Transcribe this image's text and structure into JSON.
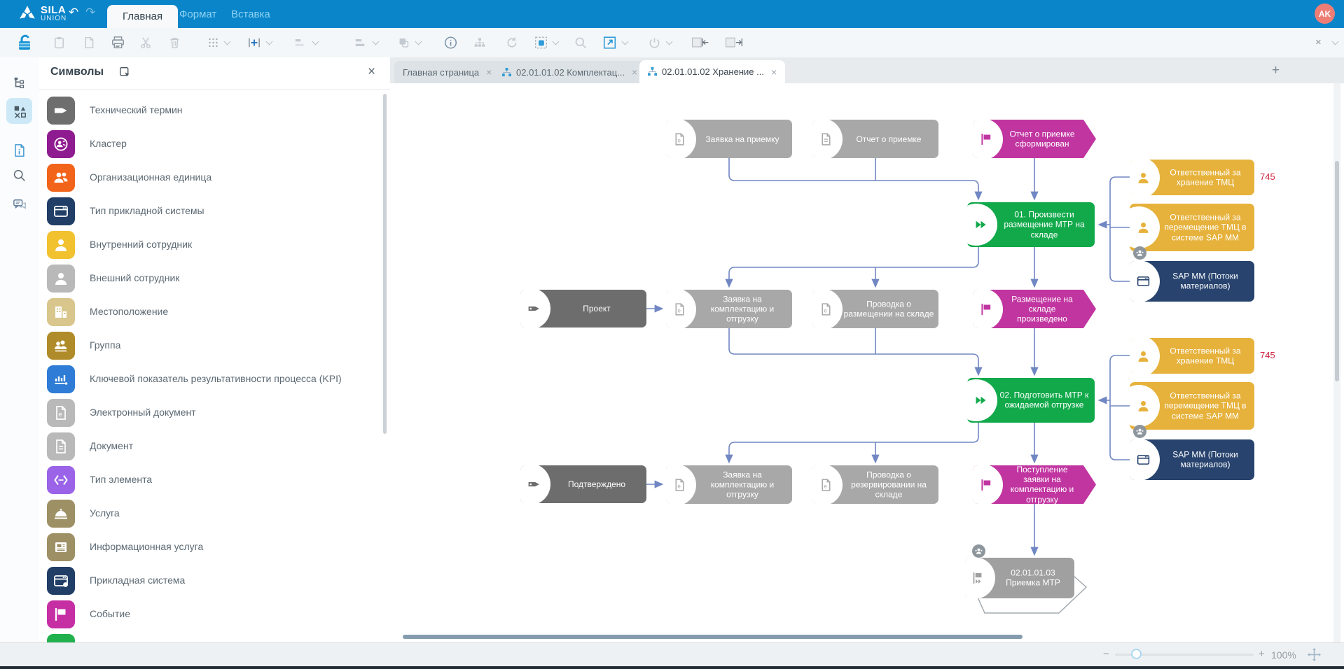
{
  "topbar": {
    "brand_top": "SILA",
    "brand_bottom": "UNION",
    "undo_glyph": "↶",
    "redo_glyph": "↷",
    "menu_tabs": [
      {
        "label": "Главная"
      },
      {
        "label": "Формат"
      },
      {
        "label": "Вставка"
      }
    ],
    "user_initials": "AK"
  },
  "toolbar": {
    "close_glyph": "×"
  },
  "side_panel": {
    "title": "Символы",
    "close_glyph": "×",
    "items": [
      {
        "label": "Технический термин",
        "color": "#6e6e6e"
      },
      {
        "label": "Кластер",
        "color": "#8f1b90"
      },
      {
        "label": "Организационная единица",
        "color": "#f26419"
      },
      {
        "label": "Тип прикладной системы",
        "color": "#203e66"
      },
      {
        "label": "Внутренний сотрудник",
        "color": "#f2c12e"
      },
      {
        "label": "Внешний сотрудник",
        "color": "#b9b9b9"
      },
      {
        "label": "Местоположение",
        "color": "#d8c68d"
      },
      {
        "label": "Группа",
        "color": "#b08b29"
      },
      {
        "label": "Ключевой показатель результативности процесса (KPI)",
        "color": "#2e7cd6"
      },
      {
        "label": "Электронный документ",
        "color": "#b9b9b9"
      },
      {
        "label": "Документ",
        "color": "#b9b9b9"
      },
      {
        "label": "Тип элемента",
        "color": "#9a63e8"
      },
      {
        "label": "Услуга",
        "color": "#9e9065"
      },
      {
        "label": "Информационная услуга",
        "color": "#9e9065"
      },
      {
        "label": "Прикладная система",
        "color": "#203e66"
      },
      {
        "label": "Событие",
        "color": "#c62fa4"
      },
      {
        "label": "",
        "color": "#21b14c"
      }
    ]
  },
  "doc_tabs": {
    "add_glyph": "+",
    "close_glyph": "×",
    "tabs": [
      {
        "label": "Главная страница"
      },
      {
        "label": "02.01.01.02 Комплектац..."
      },
      {
        "label": "02.01.01.02 Хранение ..."
      }
    ]
  },
  "diagram": {
    "nodes": [
      {
        "type": "electronic-document",
        "label": "Заявка на приемку"
      },
      {
        "type": "document",
        "label": "Отчет о приемке"
      },
      {
        "type": "event",
        "label": "Отчет о приемке сформирован"
      },
      {
        "type": "function",
        "label": "01. Произвести размещение МТР на складе"
      },
      {
        "type": "position",
        "label": "Ответственный за хранение ТМЦ"
      },
      {
        "type": "position",
        "label": "Ответственный за перемещение ТМЦ в системе SAP MM"
      },
      {
        "type": "application-system",
        "label": "SAP MM (Потоки материалов)"
      },
      {
        "type": "technical-term",
        "label": "Проект"
      },
      {
        "type": "electronic-document",
        "label": "Заявка на комплектацию и отгрузку"
      },
      {
        "type": "electronic-document",
        "label": "Проводка о размещении на складе"
      },
      {
        "type": "event",
        "label": "Размещение на складе произведено"
      },
      {
        "type": "function",
        "label": "02. Подготовить МТР к ожидаемой отгрузке"
      },
      {
        "type": "position",
        "label": "Ответственный за хранение ТМЦ"
      },
      {
        "type": "position",
        "label": "Ответственный за перемещение ТМЦ в системе SAP MM"
      },
      {
        "type": "application-system",
        "label": "SAP MM (Потоки материалов)"
      },
      {
        "type": "technical-term",
        "label": "Подтверждено"
      },
      {
        "type": "electronic-document",
        "label": "Заявка на комплектацию и отгрузку"
      },
      {
        "type": "electronic-document",
        "label": "Проводка о резервировании на складе"
      },
      {
        "type": "event",
        "label": "Поступление заявки на комплектацию и отгрузку"
      },
      {
        "type": "process-interface",
        "label": "02.01.01.03 Приемка МТР"
      }
    ],
    "annotations": [
      {
        "text": "745"
      },
      {
        "text": "745"
      }
    ]
  },
  "status_bar": {
    "zoom_out_glyph": "−",
    "zoom_in_glyph": "+",
    "zoom_level": "100%"
  },
  "colors": {
    "topbar": "#0a85c9",
    "event": "#c135a1",
    "function": "#12a94b",
    "position": "#e6b23c",
    "app_system": "#27436e",
    "document": "#a8a8a8",
    "term": "#6d6d6d",
    "interface": "#a0a0a0",
    "annotation": "#cf2540",
    "connector": "#7187c3"
  }
}
